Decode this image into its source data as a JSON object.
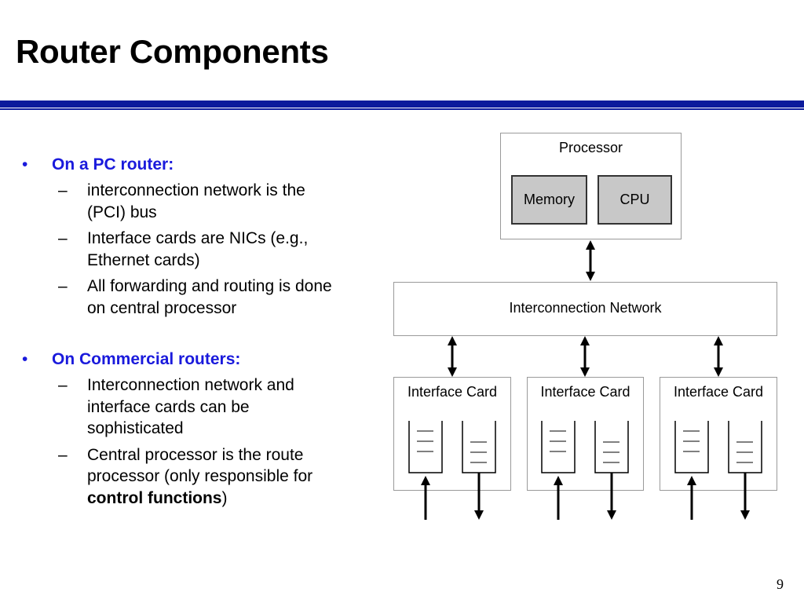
{
  "slide": {
    "title": "Router Components",
    "page_number": "9"
  },
  "bullets": [
    {
      "heading": "On a PC router:",
      "items": [
        [
          "interconnection network is the",
          "(PCI) bus"
        ],
        [
          "Interface cards are NICs (e.g.,",
          "Ethernet cards)"
        ],
        [
          "All forwarding and routing is done",
          "on central processor"
        ]
      ]
    },
    {
      "heading": "On Commercial routers:",
      "items": [
        [
          "Interconnection network and",
          "interface cards can be",
          "sophisticated"
        ],
        [
          "Central processor is the route",
          "processor (only responsible for"
        ]
      ],
      "last_bold": "control functions",
      "last_tail": ")"
    }
  ],
  "diagram": {
    "processor_label": "Processor",
    "memory_label": "Memory",
    "cpu_label": "CPU",
    "interconnect_label": "Interconnection Network",
    "cards": [
      "Interface Card",
      "Interface Card",
      "Interface Card"
    ]
  },
  "colors": {
    "accent_blue": "#0b1a9c",
    "bullet_blue": "#1a1adc",
    "gray_box": "#c8c8c8"
  }
}
